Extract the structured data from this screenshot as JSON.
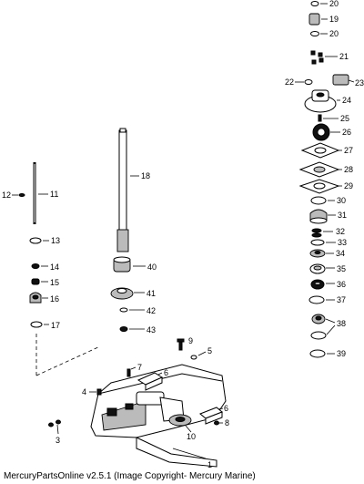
{
  "footer": {
    "text": "MercuryPartsOnline v2.5.1 (Image Copyright- Mercury Marine)"
  },
  "callouts": {
    "p1": "1",
    "p3": "3",
    "p4": "4",
    "p5": "5",
    "p6a": "6",
    "p6b": "6",
    "p7": "7",
    "p8": "8",
    "p9": "9",
    "p10": "10",
    "p11": "11",
    "p12": "12",
    "p13": "13",
    "p14": "14",
    "p15": "15",
    "p16": "16",
    "p17": "17",
    "p18": "18",
    "p19": "19",
    "p20a": "20",
    "p20b": "20",
    "p21": "21",
    "p22": "22",
    "p23": "23",
    "p24": "24",
    "p25": "25",
    "p26": "26",
    "p27": "27",
    "p28": "28",
    "p29": "29",
    "p30": "30",
    "p31": "31",
    "p32": "32",
    "p33": "33",
    "p34": "34",
    "p35": "35",
    "p36": "36",
    "p37": "37",
    "p38": "38",
    "p39": "39",
    "p40": "40",
    "p41": "41",
    "p42": "42",
    "p43": "43"
  }
}
